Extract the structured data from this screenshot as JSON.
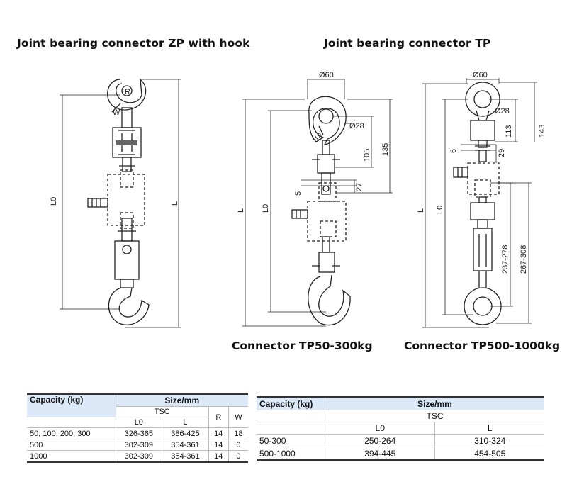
{
  "headings": {
    "zp": "Joint bearing connector ZP with hook",
    "tp": "Joint bearing connector TP"
  },
  "captions": {
    "tp_small": "Connector TP50-300kg",
    "tp_large": "Connector TP500-1000kg"
  },
  "dims": {
    "zp_l0": "L0",
    "zp_l": "L",
    "zp_r": "R",
    "zp_w": "W",
    "tp1_d60": "Ø60",
    "tp1_d28": "Ø28",
    "tp1_18": "18",
    "tp1_105": "105",
    "tp1_135": "135",
    "tp1_5": "5",
    "tp1_27": "27",
    "tp1_l": "L",
    "tp1_l0": "L0",
    "tp2_d60": "Ø60",
    "tp2_d28": "Ø28",
    "tp2_113": "113",
    "tp2_143": "143",
    "tp2_6": "6",
    "tp2_29": "29",
    "tp2_l": "L",
    "tp2_l0": "L0",
    "tp2_237": "237-278",
    "tp2_267": "267-308"
  },
  "table1": {
    "capacity_header": "Capacity (kg)",
    "size_header": "Size/mm",
    "tsc": "TSC",
    "cols": [
      "L0",
      "L",
      "R",
      "W"
    ],
    "rows": [
      {
        "cap": "50, 100, 200, 300",
        "l0": "326-365",
        "l": "386-425",
        "r": "14",
        "w": "18"
      },
      {
        "cap": "500",
        "l0": "302-309",
        "l": "354-361",
        "r": "14",
        "w": "0"
      },
      {
        "cap": "1000",
        "l0": "302-309",
        "l": "354-361",
        "r": "14",
        "w": "0"
      }
    ]
  },
  "table2": {
    "capacity_header": "Capacity (kg)",
    "size_header": "Size/mm",
    "tsc": "TSC",
    "cols": [
      "L0",
      "L"
    ],
    "rows": [
      {
        "cap": "50-300",
        "l0": "250-264",
        "l": "310-324"
      },
      {
        "cap": "500-1000",
        "l0": "394-445",
        "l": "454-505"
      }
    ]
  }
}
